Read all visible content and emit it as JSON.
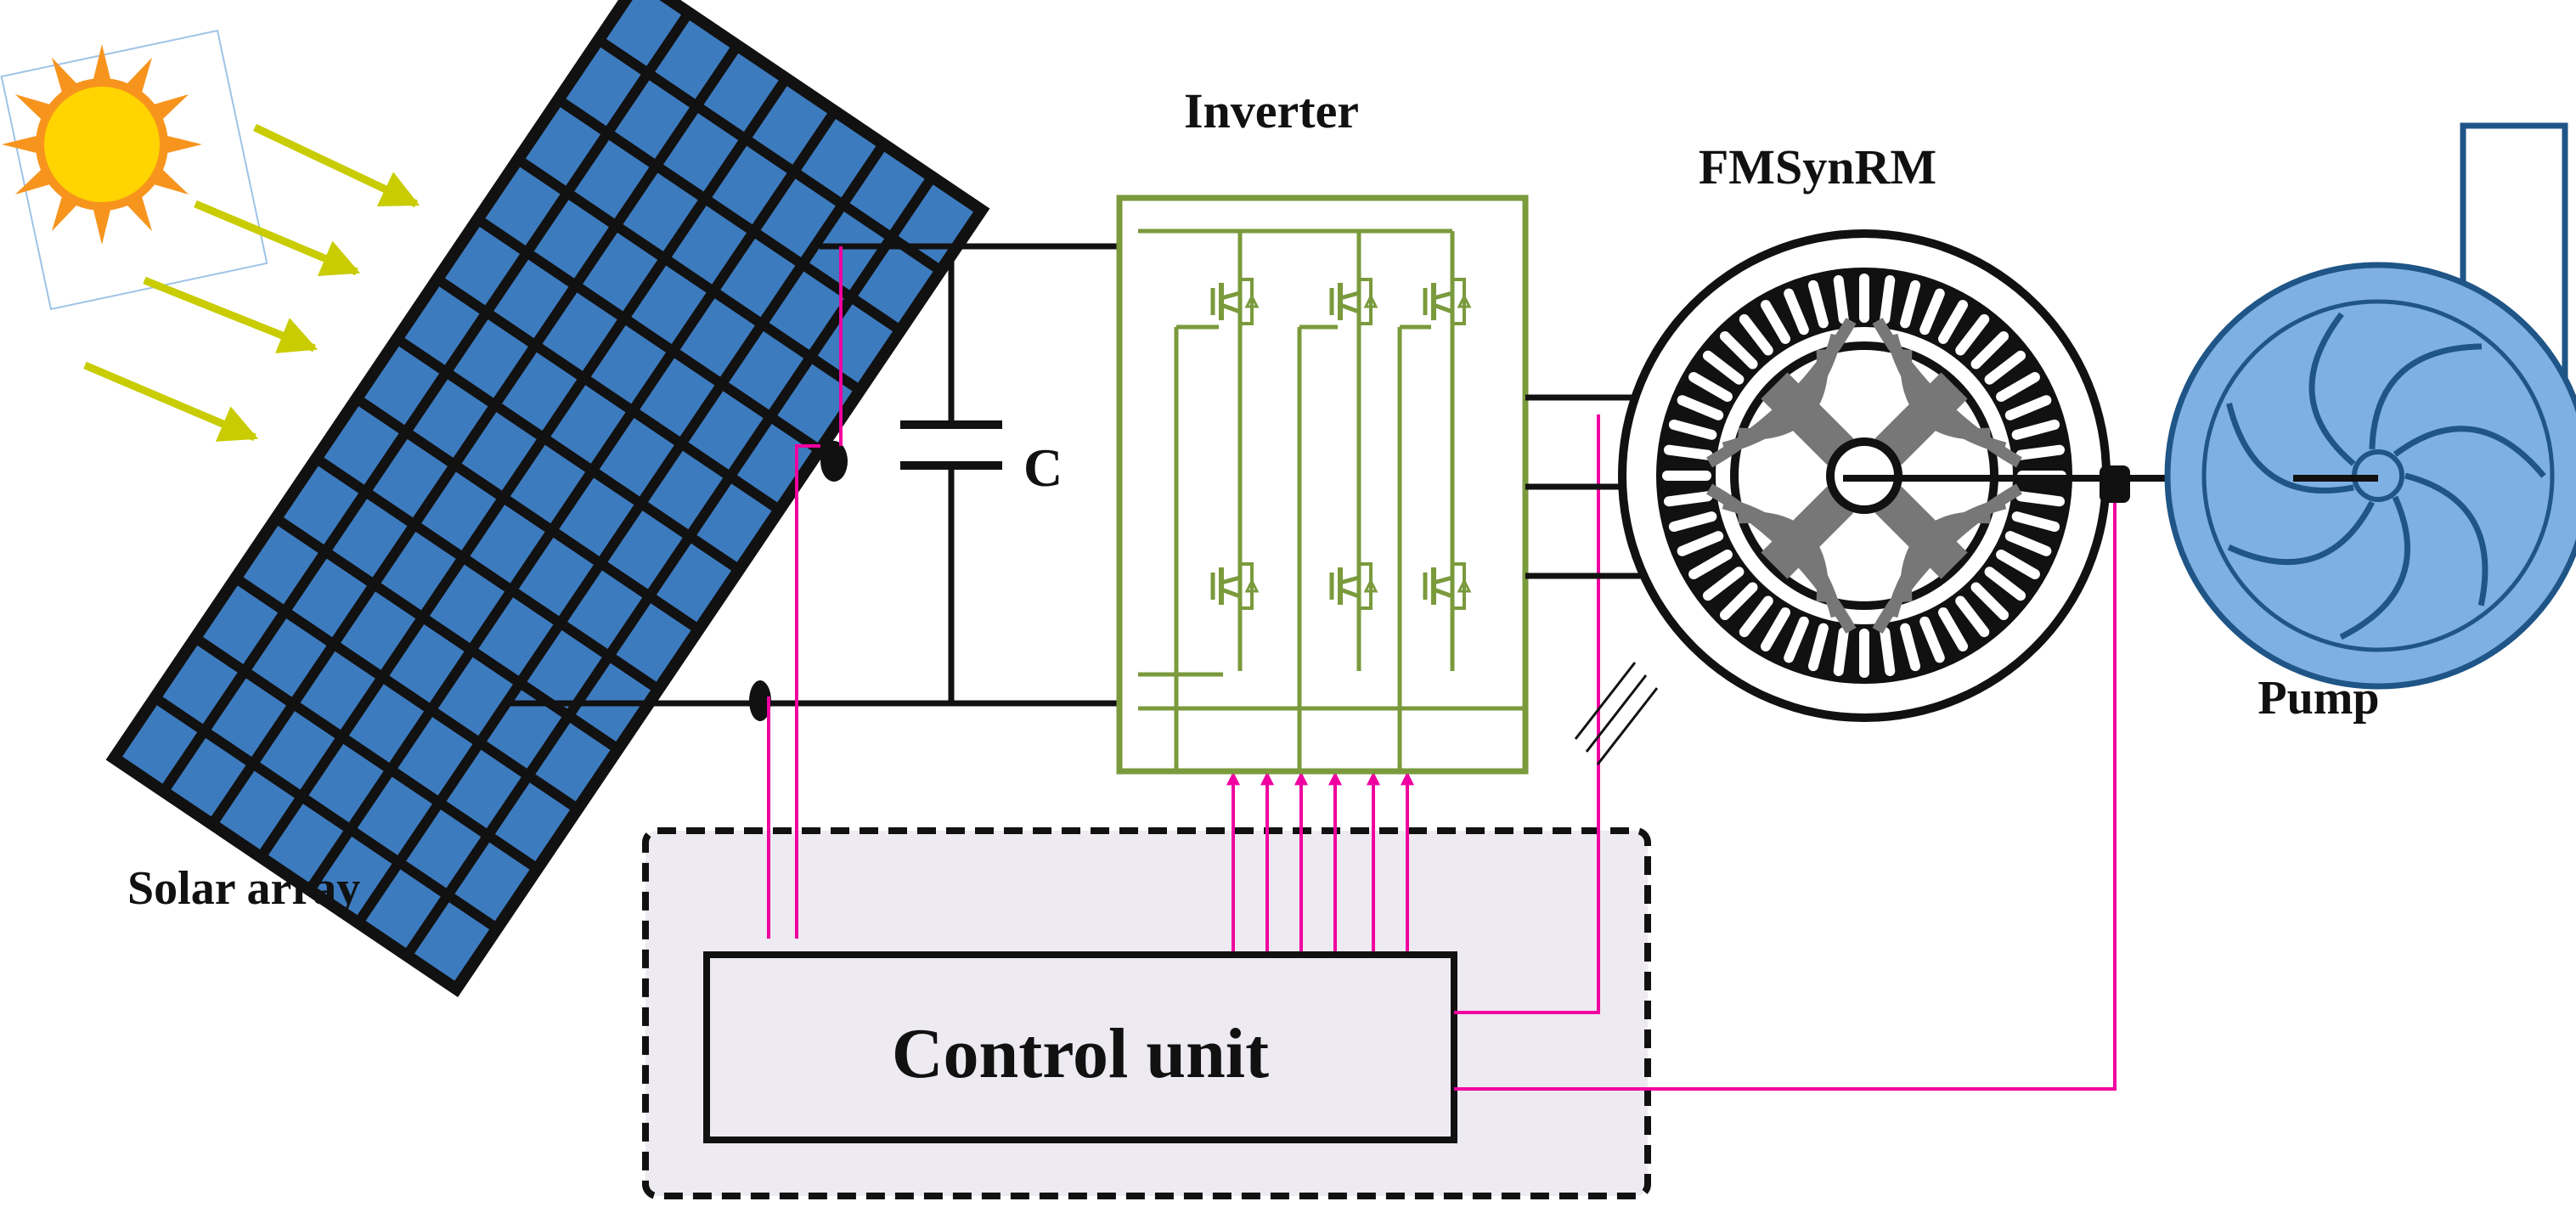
{
  "labels": {
    "solar_array": "Solar array",
    "inverter": "Inverter",
    "motor": "FMSynRM",
    "pump": "Pump",
    "capacitor": "C",
    "control_unit": "Control unit"
  },
  "colors": {
    "panel_fill": "#3d7bbf",
    "panel_grid": "#111111",
    "sun_core": "#ffd400",
    "sun_rays": "#f7941d",
    "sun_arrows": "#c8cc00",
    "inverter_green": "#7a9a3c",
    "signal_pink": "#f000a0",
    "power_wire": "#111111",
    "control_box_bg": "#edeaf1",
    "pump_fill": "#7fb0e4",
    "pump_outline": "#1f5587"
  },
  "icons": [
    "sun-icon",
    "solar-panel-icon",
    "capacitor-symbol",
    "igbt-switch",
    "motor-stator-icon",
    "pump-impeller-icon",
    "sensor-icon"
  ]
}
